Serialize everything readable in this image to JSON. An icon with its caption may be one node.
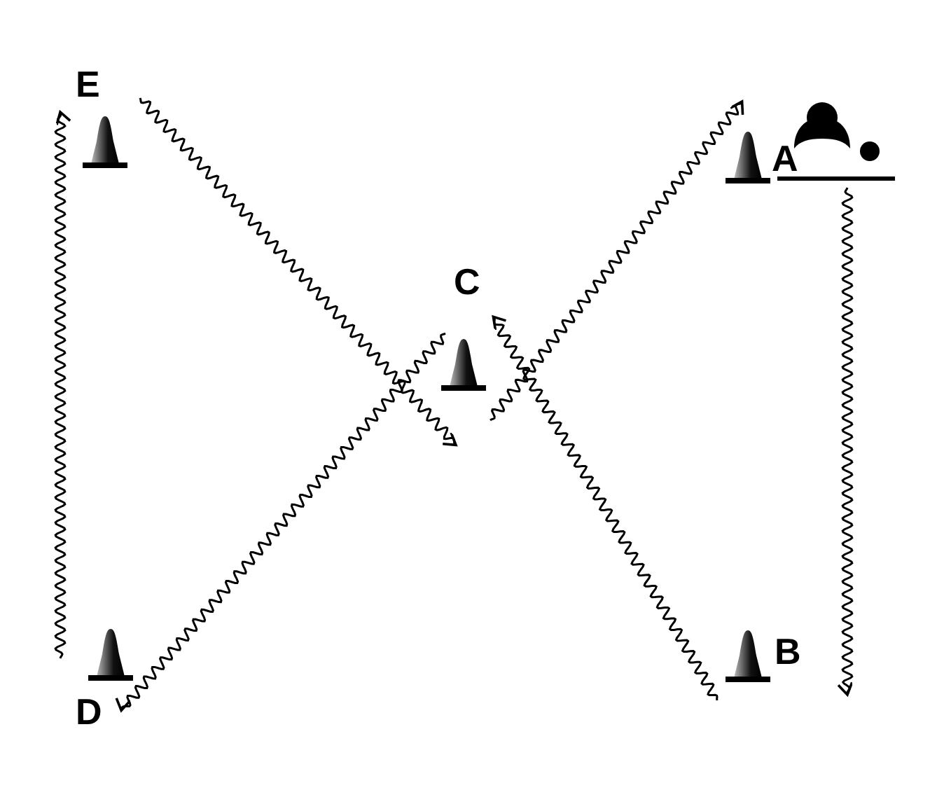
{
  "diagram": {
    "nodes": [
      {
        "text": [
          "E"
        ]
      },
      {
        "text": [
          "A"
        ]
      },
      {
        "text": [
          "C"
        ]
      },
      {
        "text": [
          "D"
        ]
      },
      {
        "text": [
          "B"
        ]
      }
    ],
    "edges": [
      {
        "from": 1,
        "to": 4,
        "arrow": "to"
      },
      {
        "from": 4,
        "to": 2,
        "arrow": "to"
      },
      {
        "from": 2,
        "to": 3,
        "arrow": "to"
      },
      {
        "from": 3,
        "to": 0,
        "arrow": "to"
      },
      {
        "from": 0,
        "to": 2,
        "arrow": "to"
      },
      {
        "from": 2,
        "to": 1,
        "arrow": "to"
      }
    ]
  }
}
